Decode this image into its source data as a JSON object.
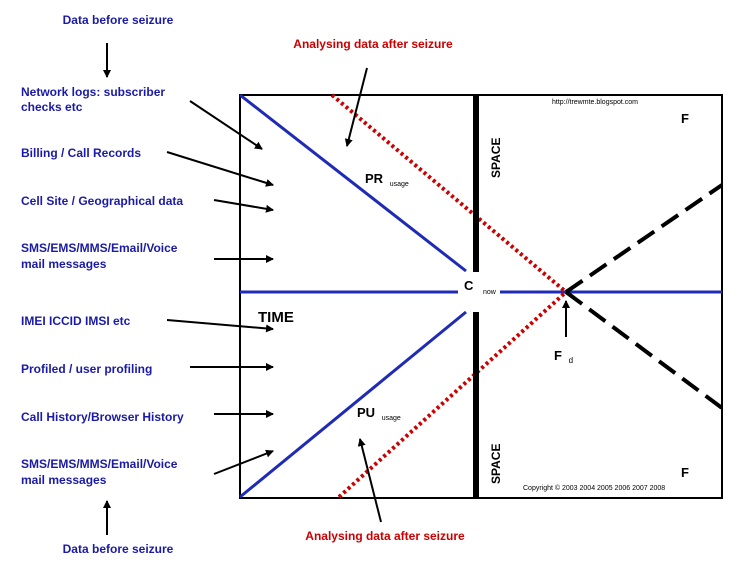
{
  "labels": {
    "top_header": "Data before seizure",
    "bottom_header": "Data before seizure",
    "red_top": "Analysing data after seizure",
    "red_bottom": "Analysing data after seizure",
    "left_items": [
      "Network logs: subscriber",
      "checks etc",
      "Billing / Call Records",
      "Cell Site / Geographical data",
      "SMS/EMS/MMS/Email/Voice",
      "mail messages",
      "IMEI ICCID IMSI etc",
      "Profiled / user profiling",
      "Call History/Browser History",
      "SMS/EMS/MMS/Email/Voice",
      "mail messages"
    ]
  },
  "diagram": {
    "url": "http://trewmte.blogspot.com",
    "f_top": "F",
    "f_bottom": "F",
    "space_top": "SPACE",
    "space_bottom": "SPACE",
    "pr": "PR",
    "pr_sub": "usage",
    "pu": "PU",
    "pu_sub": "usage",
    "c": "C",
    "c_sub": "now",
    "time": "TIME",
    "fd": "F",
    "fd_sub": "d",
    "copyright": "Copyright © 2003 2004 2005 2006 2007 2008"
  },
  "colors": {
    "blue_line": "#1f2bb4",
    "red_dotted": "#cc0000",
    "label_blue": "#1a1aa6",
    "label_red": "#cc0000"
  }
}
